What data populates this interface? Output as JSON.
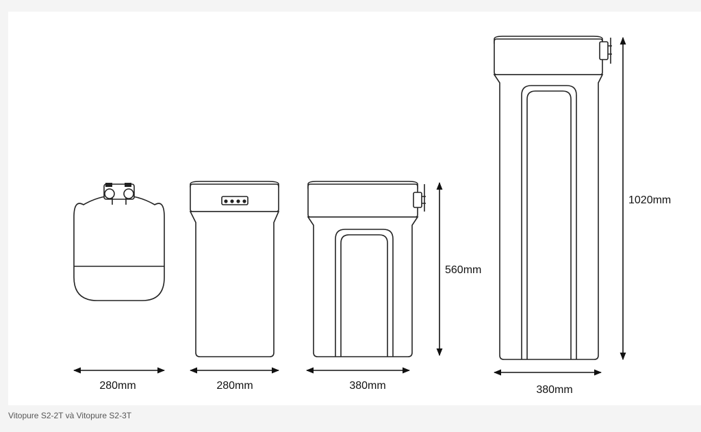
{
  "figure": {
    "units": {
      "small_width": "280mm",
      "cabinet_width": "280mm",
      "side_width": "380mm",
      "side_height": "560mm",
      "tall_width": "380mm",
      "tall_height": "1020mm"
    }
  },
  "caption": "Vitopure S2-2T và Vitopure S2-3T"
}
